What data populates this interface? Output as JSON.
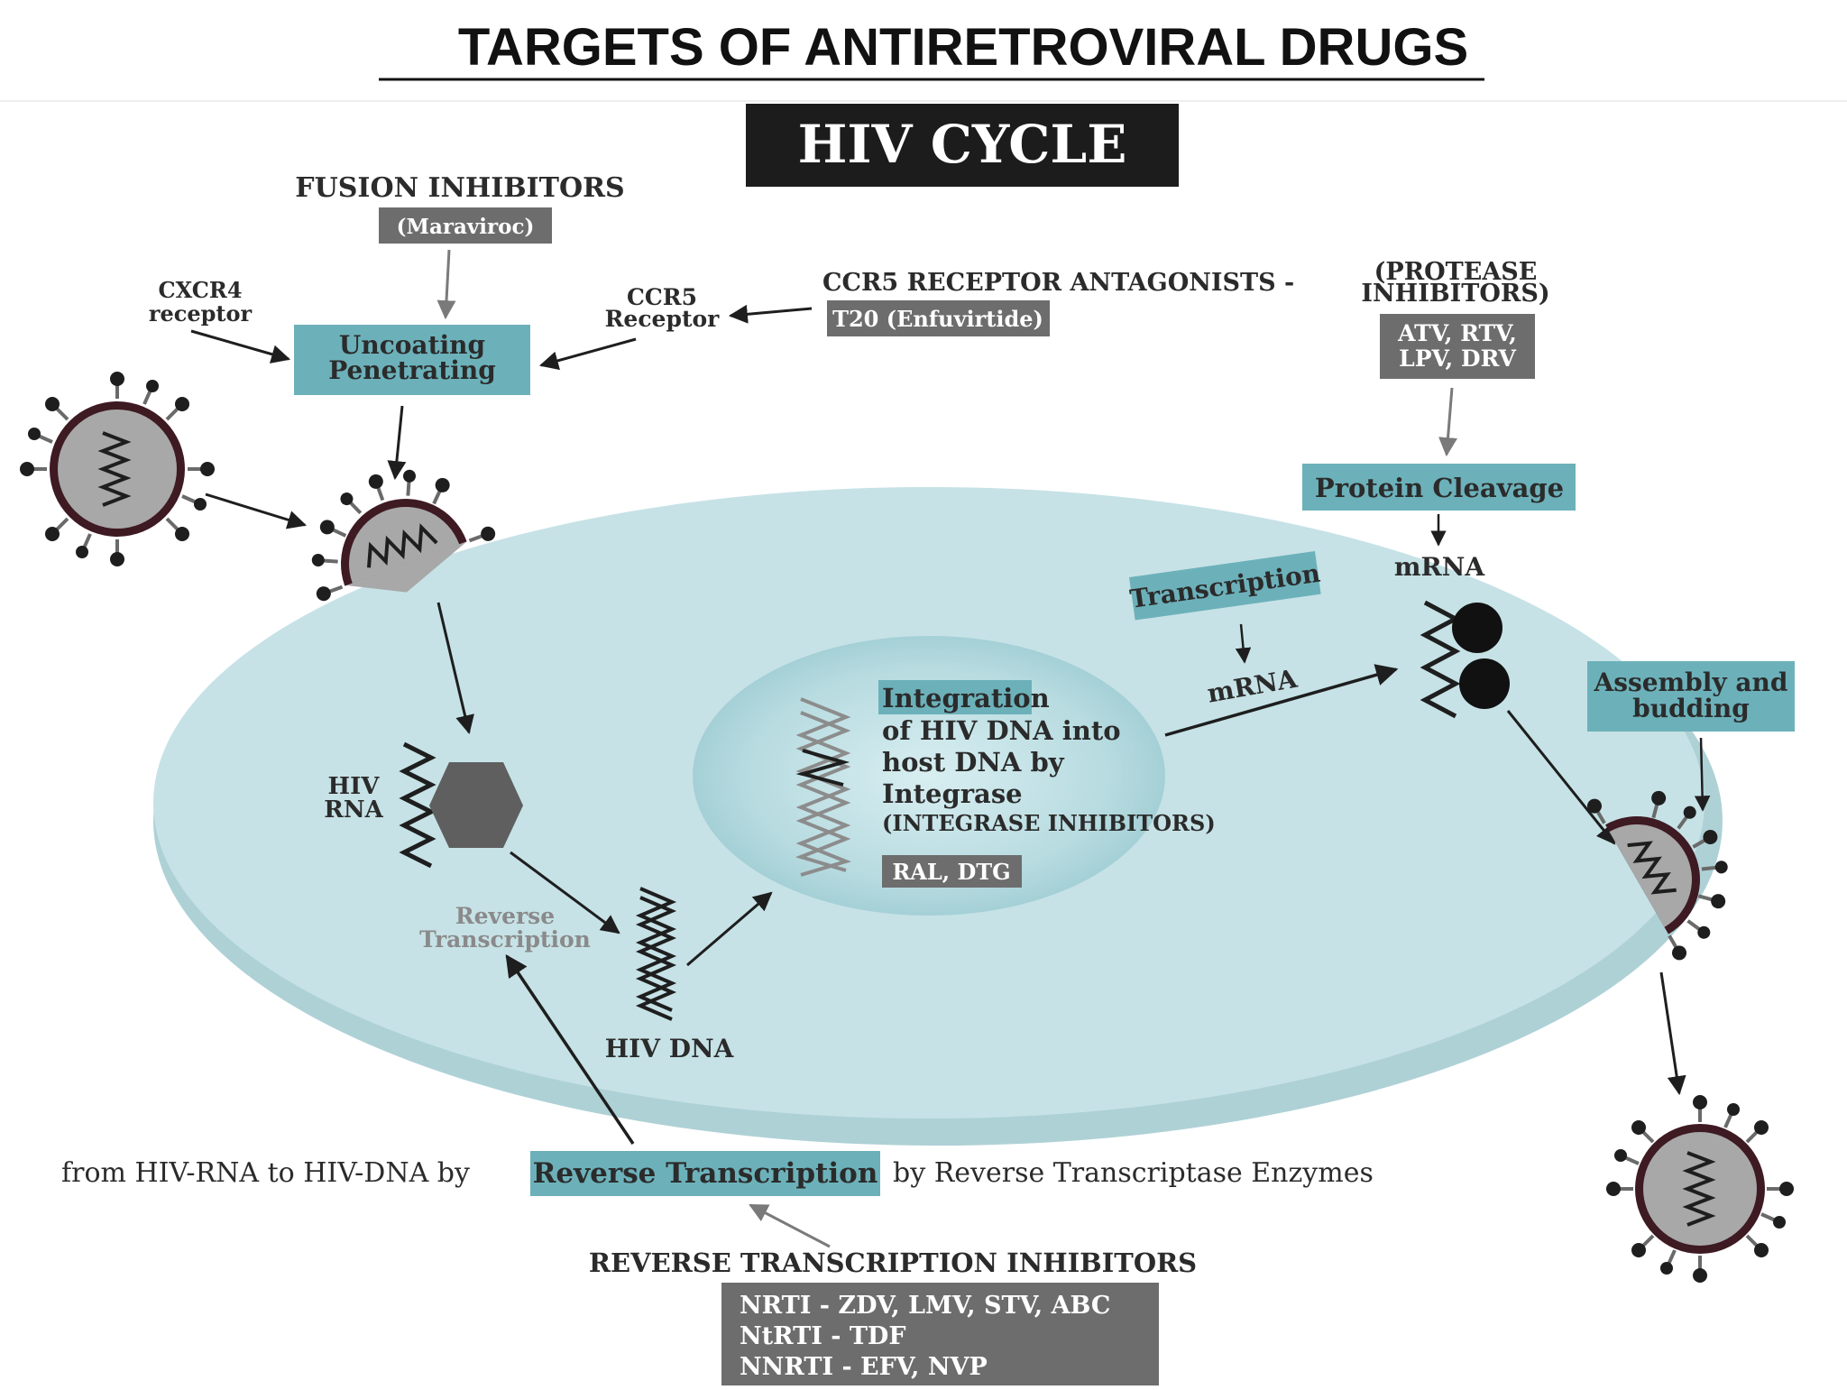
{
  "page_title": "TARGETS OF ANTIRETROVIRAL DRUGS",
  "header": "HIV CYCLE",
  "fusion": {
    "title": "FUSION INHIBITORS",
    "drug": "(Maraviroc)"
  },
  "cxcr4": {
    "line1": "CXCR4",
    "line2": "receptor"
  },
  "ccr5": {
    "line1": "CCR5",
    "line2": "Receptor"
  },
  "ccr5_antagonists": {
    "title": "CCR5 RECEPTOR ANTAGONISTS -",
    "drug": "T20 (Enfuvirtide)"
  },
  "uncoating": {
    "line1": "Uncoating",
    "line2": "Penetrating"
  },
  "protease": {
    "line1": "(PROTEASE",
    "line2": "INHIBITORS)",
    "drugs1": "ATV, RTV,",
    "drugs2": "LPV, DRV"
  },
  "protein_cleavage": "Protein Cleavage",
  "mrna_top": "mRNA",
  "transcription": "Transcription",
  "mrna_mid": "mRNA",
  "assembly": {
    "line1": "Assembly and",
    "line2": "budding"
  },
  "integration": {
    "line1": "Integration",
    "line2": "of HIV DNA into",
    "line3": "host DNA by",
    "line4": "Integrase",
    "line5": "(INTEGRASE INHIBITORS)",
    "drugs": "RAL, DTG"
  },
  "hiv_rna": {
    "line1": "HIV",
    "line2": "RNA"
  },
  "reverse_transcription_inner": {
    "line1": "Reverse",
    "line2": "Transcription"
  },
  "hiv_dna": "HIV DNA",
  "rt_sentence": {
    "before": "from HIV-RNA to HIV-DNA by",
    "highlight": "Reverse Transcription",
    "after": "by Reverse Transcriptase Enzymes"
  },
  "rti": {
    "title": "REVERSE TRANSCRIPTION INHIBITORS",
    "line1": "NRTI - ZDV, LMV, STV, ABC",
    "line2": "NtRTI - TDF",
    "line3": "NNRTI - EFV, NVP"
  },
  "colors": {
    "cell": "#c6e2e6",
    "cell_shadow": "#aed1d6",
    "nucleus": "#a9d2d8",
    "teal_box": "#6cb1ba",
    "gray_box": "#6d6d6d",
    "black_box": "#1c1c1c",
    "virus_body": "#a8a8a8",
    "virus_ring": "#3e1a22"
  }
}
